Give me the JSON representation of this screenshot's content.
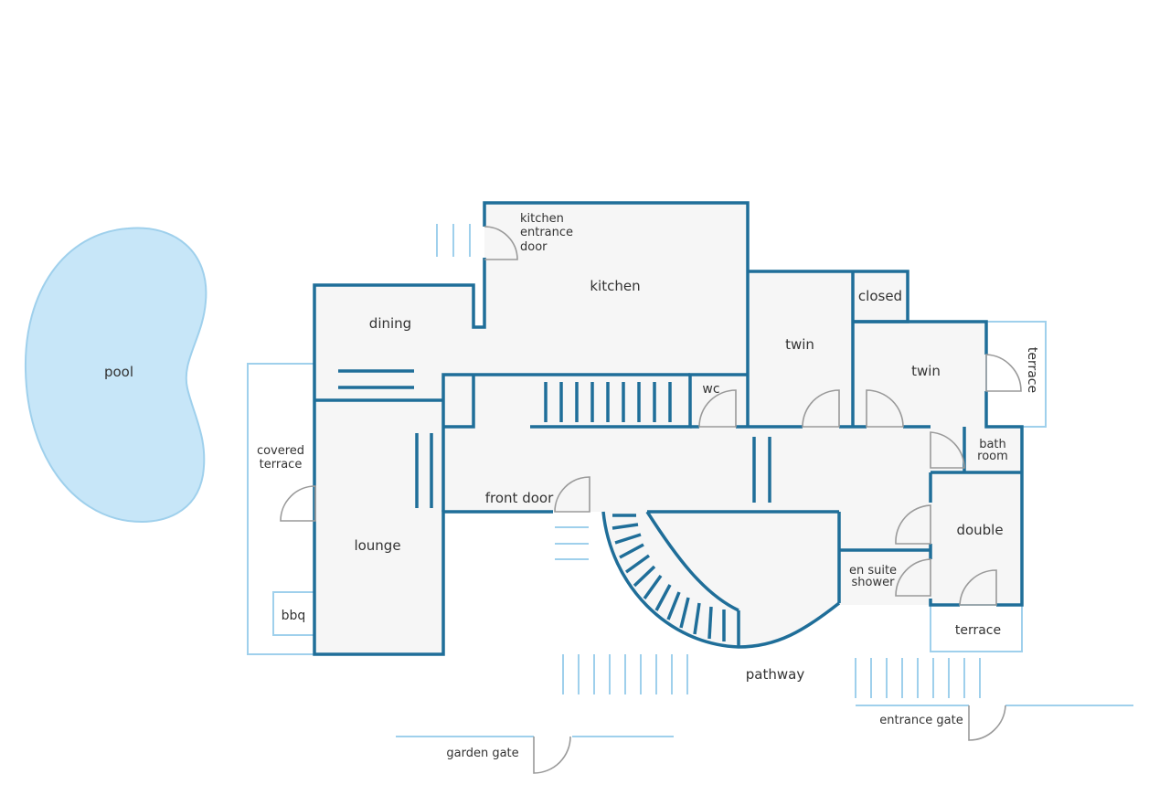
{
  "colors": {
    "wall": "#1f6e99",
    "exterior_outline": "#9fd0ec",
    "pool_fill": "#c7e6f8",
    "pool_stroke": "#9fd0ec",
    "floor": "#f6f6f6",
    "door_swing": "#9a9a9a",
    "text": "#333333"
  },
  "labels": {
    "pool": "pool",
    "kitchen_entrance_door_1": "kitchen",
    "kitchen_entrance_door_2": "entrance",
    "kitchen_entrance_door_3": "door",
    "kitchen": "kitchen",
    "dining": "dining",
    "closed": "closed",
    "twin_1": "twin",
    "twin_2": "twin",
    "terrace_side": "terrace",
    "wc": "wc",
    "covered_terrace_1": "covered",
    "covered_terrace_2": "terrace",
    "bath_room_1": "bath",
    "bath_room_2": "room",
    "front_door": "front door",
    "double": "double",
    "lounge": "lounge",
    "en_suite_1": "en suite",
    "en_suite_2": "shower",
    "bbq": "bbq",
    "terrace_bottom": "terrace",
    "pathway": "pathway",
    "entrance_gate": "entrance gate",
    "garden_gate": "garden gate"
  }
}
